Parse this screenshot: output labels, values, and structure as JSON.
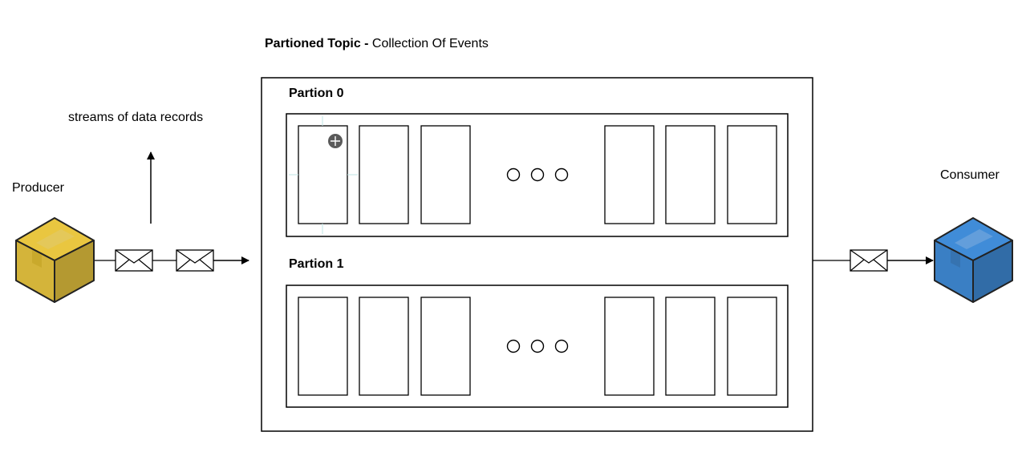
{
  "title": {
    "bold": "Partioned Topic -",
    "rest": " Collection Of Events"
  },
  "labels": {
    "streams": "streams of data records",
    "producer": "Producer",
    "consumer": "Consumer"
  },
  "partitions": [
    {
      "label": "Partion 0"
    },
    {
      "label": "Partion 1"
    }
  ],
  "colors": {
    "producer": "#d4b43a",
    "consumer": "#3a7fc4",
    "stroke": "#000000"
  },
  "icons": [
    "envelope-icon",
    "box-icon",
    "ellipsis-icon",
    "arrow-icon"
  ]
}
